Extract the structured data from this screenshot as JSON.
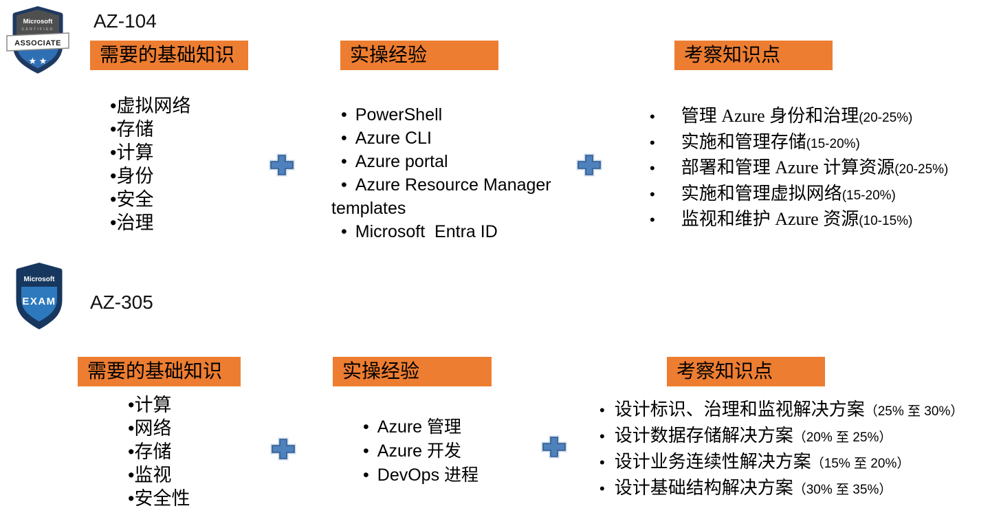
{
  "colors": {
    "header_bg": "#ED7D31",
    "plus_fill": "#4F81BD",
    "plus_border": "#2F5A8B",
    "badge_navy": "#17375E",
    "badge_blue": "#2E79BE",
    "badge_gray": "#4F4F4F",
    "text": "#000000",
    "background": "#FFFFFF"
  },
  "az104": {
    "title": "AZ-104",
    "badge": {
      "brand": "Microsoft",
      "tier": "CERTIFIED",
      "banner": "ASSOCIATE",
      "stars": "★ ★"
    },
    "headers": {
      "knowledge": "需要的基础知识",
      "experience": "实操经验",
      "topics": "考察知识点"
    },
    "knowledge_items": [
      "虚拟网络",
      "存储",
      "计算",
      "身份",
      "安全",
      "治理"
    ],
    "experience_items": [
      "PowerShell",
      "Azure CLI",
      "Azure portal",
      "Azure Resource Manager templates",
      "Microsoft  Entra ID"
    ],
    "topic_items": [
      {
        "text": "管理 Azure 身份和治理",
        "pct": "(20-25%)"
      },
      {
        "text": "实施和管理存储",
        "pct": "(15-20%)"
      },
      {
        "text": "部署和管理 Azure 计算资源",
        "pct": "(20-25%)"
      },
      {
        "text": "实施和管理虚拟网络",
        "pct": "(15-20%)"
      },
      {
        "text": "监视和维护 Azure 资源",
        "pct": "(10-15%)"
      }
    ]
  },
  "az305": {
    "title": "AZ-305",
    "badge": {
      "brand": "Microsoft",
      "label": "EXAM"
    },
    "headers": {
      "knowledge": "需要的基础知识",
      "experience": "实操经验",
      "topics": "考察知识点"
    },
    "knowledge_items": [
      "计算",
      "网络",
      "存储",
      "监视",
      "安全性"
    ],
    "experience_items": [
      "Azure 管理",
      "Azure 开发",
      "DevOps 进程"
    ],
    "topic_items": [
      {
        "text": "设计标识、治理和监视解决方案",
        "pct": "（25% 至 30%）"
      },
      {
        "text": "设计数据存储解决方案",
        "pct": "（20% 至 25%）"
      },
      {
        "text": "设计业务连续性解决方案",
        "pct": "（15% 至 20%）"
      },
      {
        "text": "设计基础结构解决方案",
        "pct": "（30% 至 35%）"
      }
    ]
  }
}
